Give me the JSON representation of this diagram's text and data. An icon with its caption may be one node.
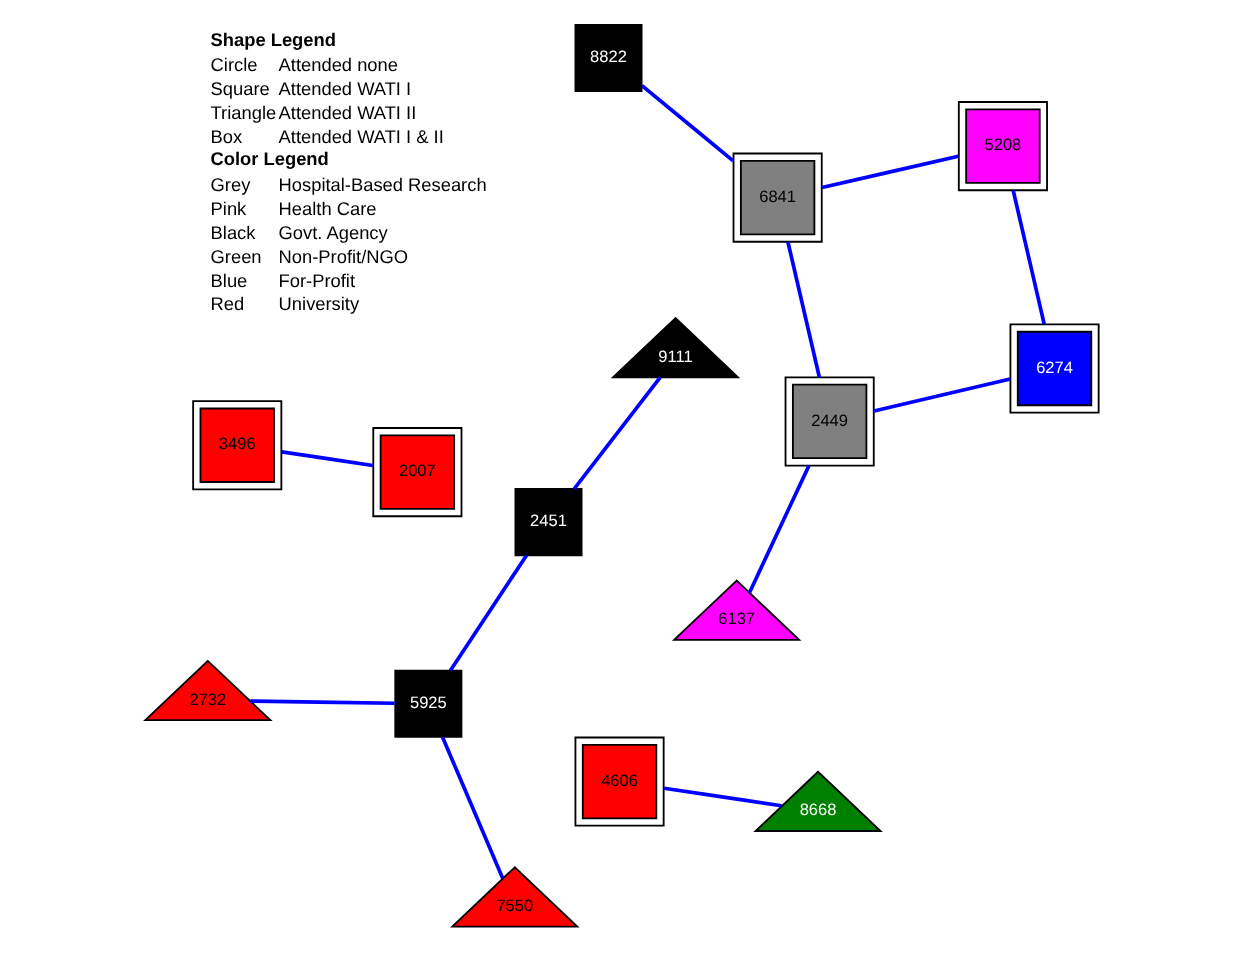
{
  "diagram": {
    "nodes": [
      {
        "text": [
          "4606"
        ]
      },
      {
        "text": [
          "8668"
        ]
      },
      {
        "text": [
          "3496"
        ]
      },
      {
        "text": [
          "2007"
        ]
      },
      {
        "text": [
          "6137"
        ]
      },
      {
        "text": [
          "6274"
        ]
      },
      {
        "text": [
          "2449"
        ]
      },
      {
        "text": [
          "5208"
        ]
      },
      {
        "text": [
          "6841"
        ]
      },
      {
        "text": [
          "8822"
        ]
      },
      {
        "text": [
          "2732"
        ]
      },
      {
        "text": [
          "5925"
        ]
      },
      {
        "text": [
          "7550"
        ]
      },
      {
        "text": [
          "2451"
        ]
      },
      {
        "text": [
          "9111"
        ]
      }
    ],
    "edges": [
      {
        "from": 0,
        "to": 1,
        "arrow": "none"
      },
      {
        "from": 2,
        "to": 3,
        "arrow": "none"
      },
      {
        "from": 4,
        "to": 6,
        "arrow": "none"
      },
      {
        "from": 6,
        "to": 5,
        "arrow": "none"
      },
      {
        "from": 5,
        "to": 7,
        "arrow": "none"
      },
      {
        "from": 7,
        "to": 8,
        "arrow": "none"
      },
      {
        "from": 6,
        "to": 8,
        "arrow": "none"
      },
      {
        "from": 8,
        "to": 9,
        "arrow": "none"
      },
      {
        "from": 10,
        "to": 11,
        "arrow": "none"
      },
      {
        "from": 12,
        "to": 11,
        "arrow": "none"
      },
      {
        "from": 11,
        "to": 13,
        "arrow": "none"
      },
      {
        "from": 13,
        "to": 14,
        "arrow": "none"
      }
    ],
    "labels": [
      "Shape Legend",
      "Circle",
      "Attended none",
      "Square",
      "Attended WATI I",
      "Triangle",
      "Attended WATI II",
      "Box",
      "Attended WATI I & II",
      "Color Legend",
      "Grey",
      "Hospital-Based Research",
      "Pink",
      "Health Care",
      "Black",
      "Govt. Agency",
      "Green",
      "Non-Profit/NGO",
      "Blue",
      "For-Profit",
      "Red",
      "University"
    ]
  }
}
